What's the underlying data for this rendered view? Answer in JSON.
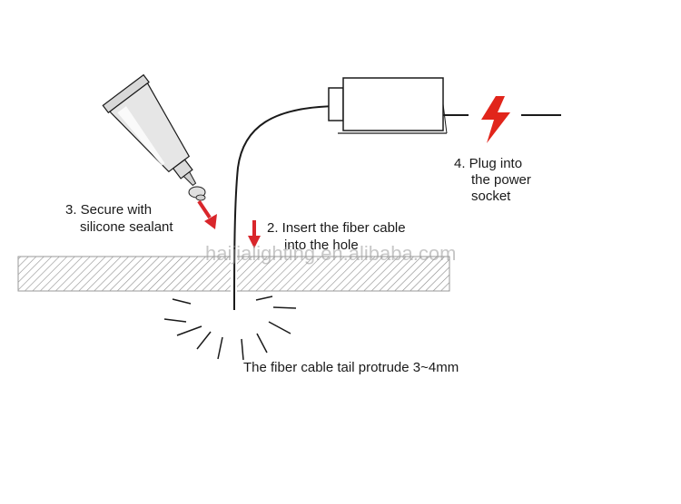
{
  "steps": {
    "secure": {
      "line1": "3. Secure with",
      "line2": "silicone sealant"
    },
    "insert": {
      "line1": "2. Insert the fiber cable",
      "line2": "into the hole"
    },
    "plug": {
      "line1": "4. Plug into",
      "line2": "the power",
      "line3": "socket"
    }
  },
  "note": "The fiber cable tail protrude 3~4mm",
  "watermark": "haijialighting.en.alibaba.com",
  "colors": {
    "arrow": "#d9262b",
    "line": "#1a1a1a",
    "hatch": "#9a9a9a",
    "lightning": "#e1251b"
  },
  "icons": [
    "sealant-tube-icon",
    "power-box-icon",
    "lightning-icon",
    "arrow-down-icon"
  ]
}
